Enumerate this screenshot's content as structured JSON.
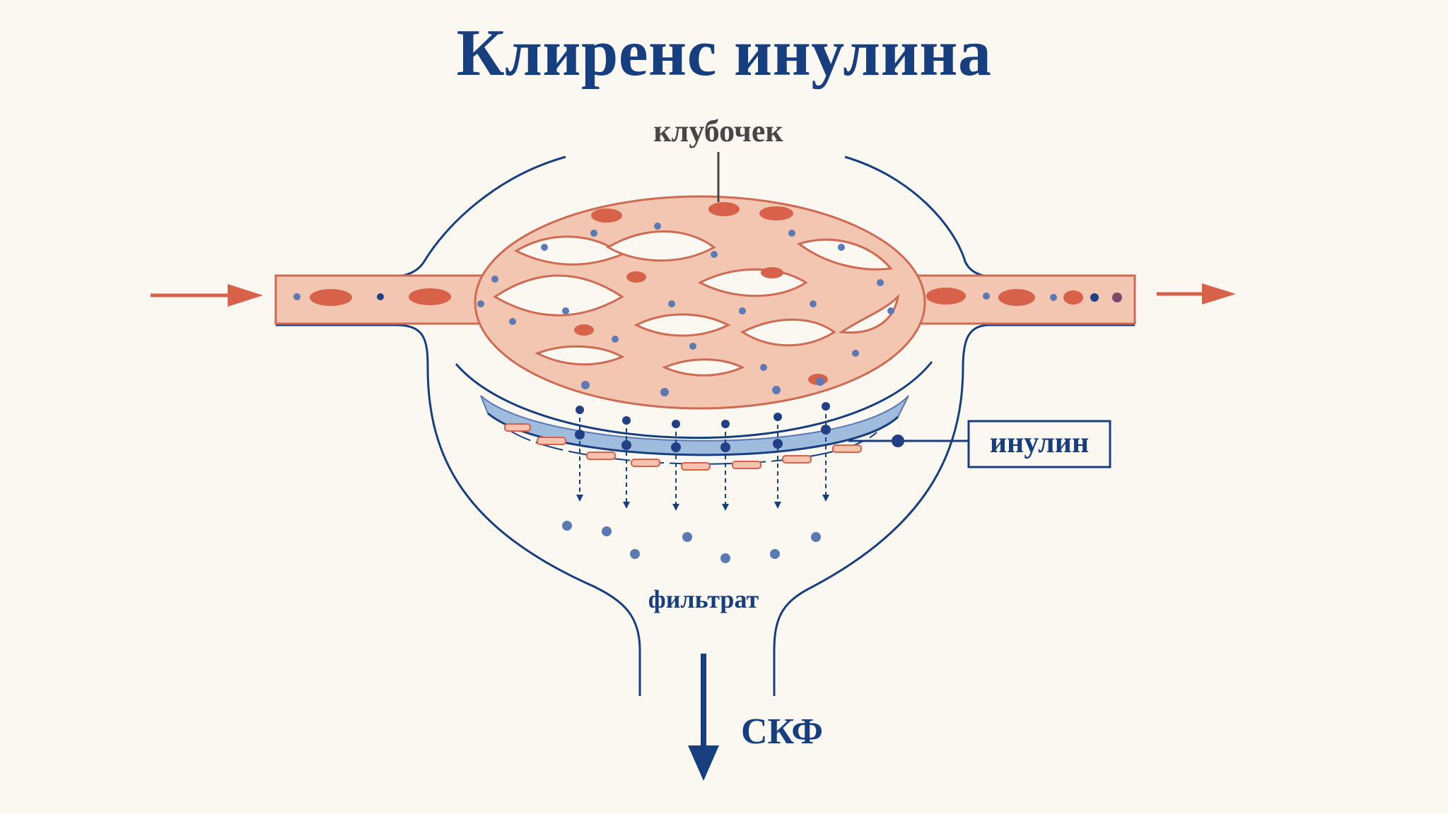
{
  "diagram": {
    "title": "Клиренс инулина",
    "labels": {
      "glomerulus": "клубочек",
      "inulin": "инулин",
      "filtrate": "фильтрат",
      "gfr": "СКФ"
    }
  },
  "colors": {
    "background": "#fbf7f1",
    "title": "#173f7f",
    "vessel_fill": "#f3c6b2",
    "vessel_outline": "#cf6a53",
    "red_cell": "#d8614a",
    "inulin_dot": "#5b79b3",
    "inulin_dark": "#213f85",
    "capsule_line": "#173f7f",
    "membrane_fill": "#9fbbdd"
  },
  "icons": {
    "inflow_arrow": "arrow-right-icon",
    "outflow_arrow": "arrow-right-icon",
    "gfr_arrow": "arrow-down-icon"
  }
}
